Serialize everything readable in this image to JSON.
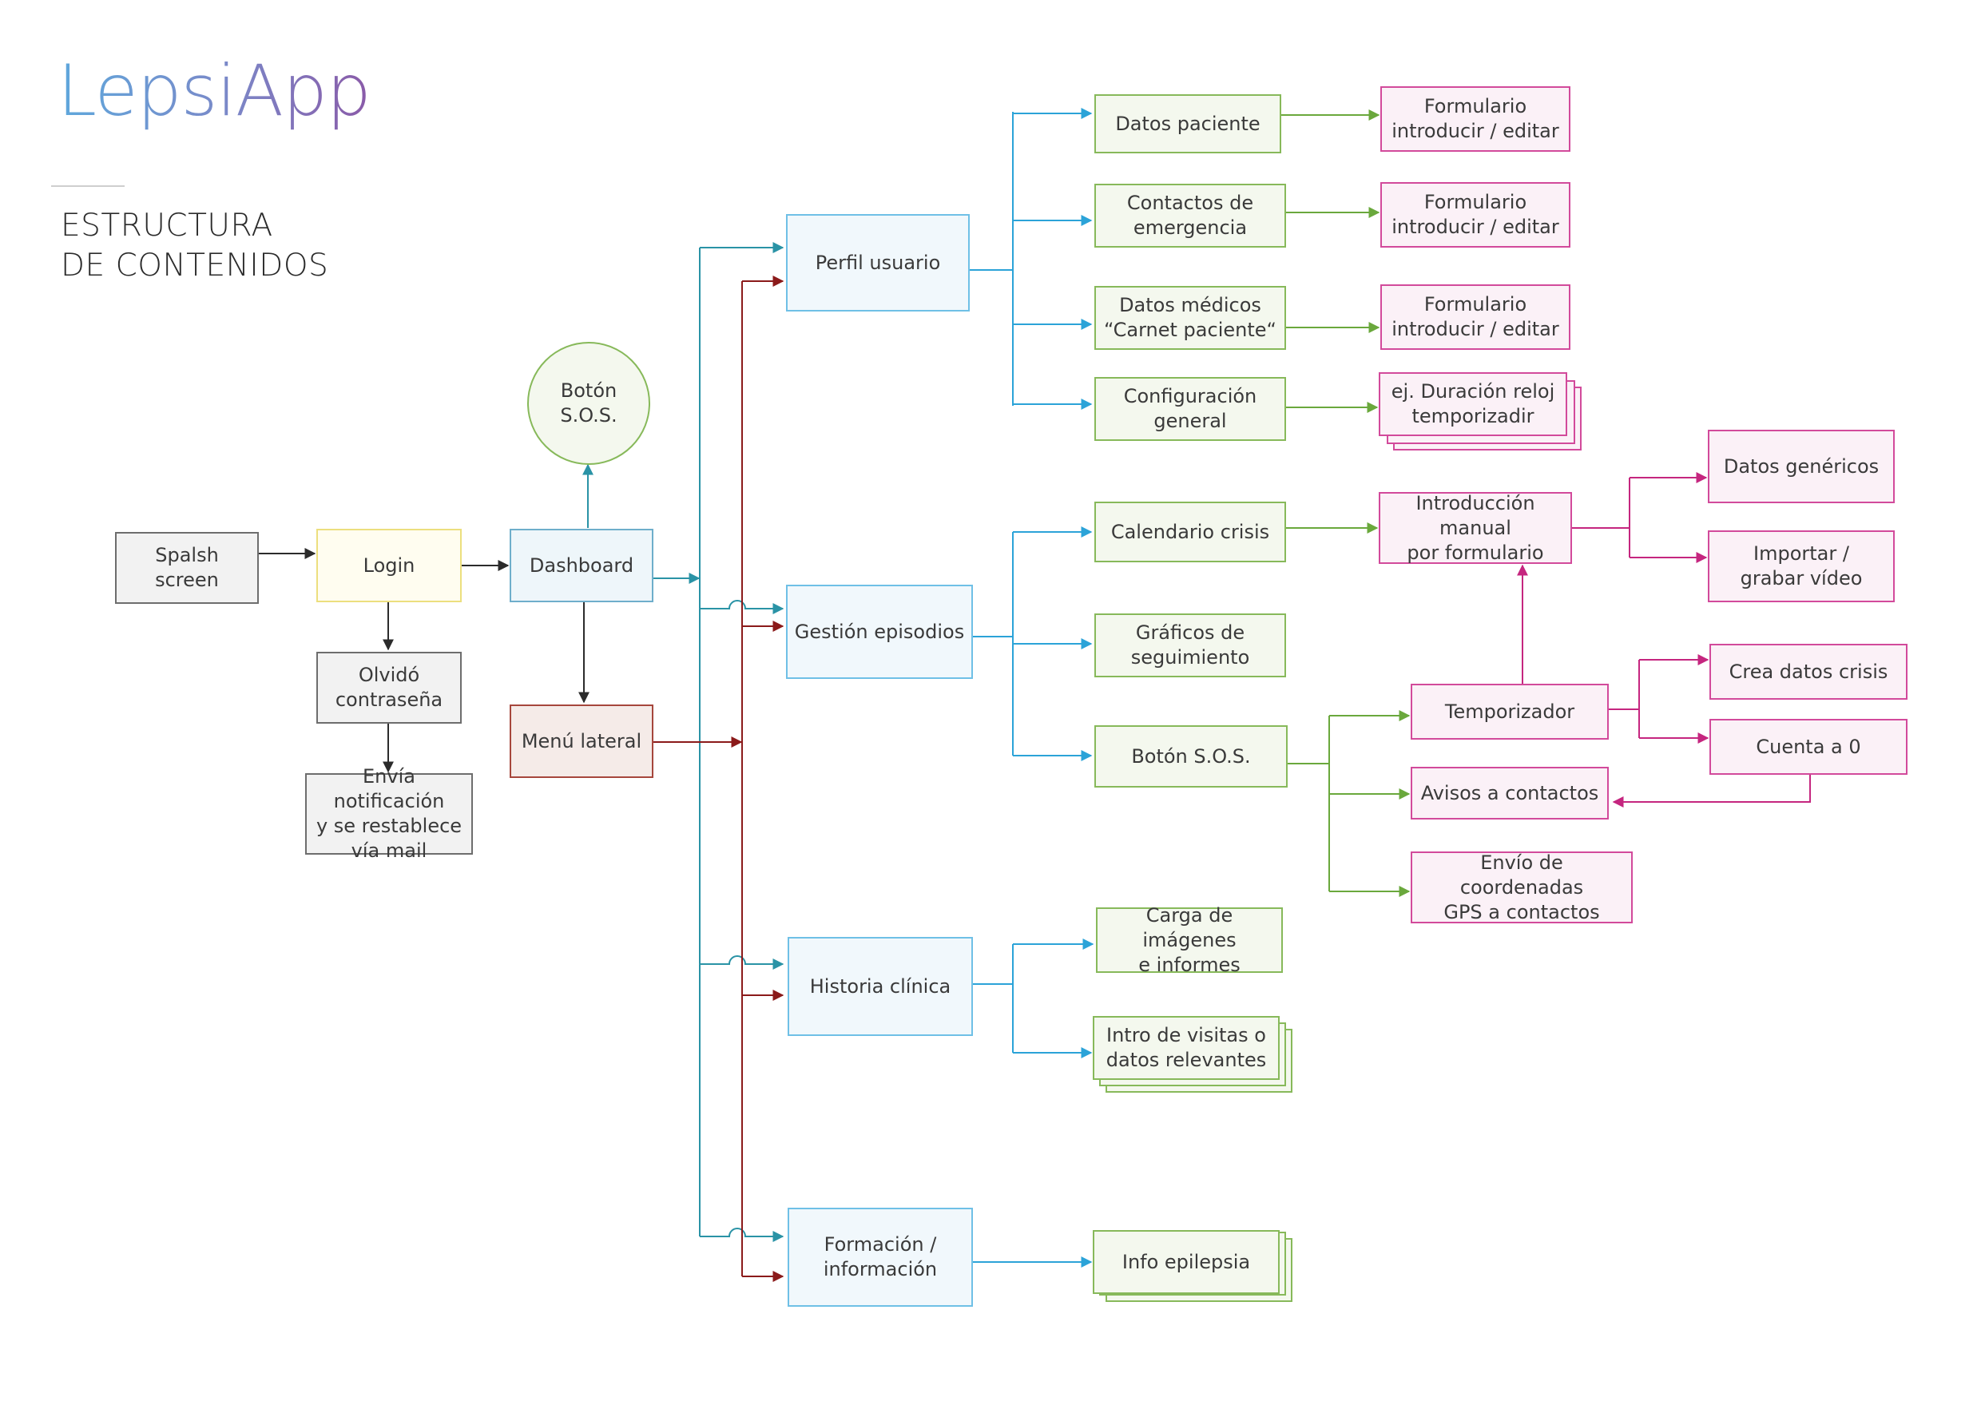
{
  "header": {
    "logo": "LepsiApp",
    "title_line1": "ESTRUCTURA",
    "title_line2": "DE CONTENIDOS"
  },
  "nodes": {
    "splash": "Spalsh\nscreen",
    "login": "Login",
    "dashboard": "Dashboard",
    "sos_circle": "Botón S.O.S.",
    "olvido": "Olvidó\ncontraseña",
    "envia": "Envía notificación\ny se restablece\nvía mail",
    "menu_lateral": "Menú lateral",
    "perfil": "Perfil usuario",
    "gestion": "Gestión episodios",
    "historia": "Historia clínica",
    "formacion": "Formación /\ninformación",
    "datos_paciente": "Datos paciente",
    "contactos": "Contactos de\nemergencia",
    "datos_medicos": "Datos médicos\n“Carnet paciente“",
    "configuracion": "Configuración\ngeneral",
    "form1": "Formulario\nintroducir / editar",
    "form2": "Formulario\nintroducir / editar",
    "form3": "Formulario\nintroducir / editar",
    "ej_duracion": "ej. Duración reloj\ntemporizadir",
    "calendario": "Calendario crisis",
    "graficos": "Gráficos de\nseguimiento",
    "boton_sos": "Botón S.O.S.",
    "intro_manual": "Introducción manual\npor formulario",
    "datos_genericos": "Datos genéricos",
    "importar": "Importar /\ngrabar vídeo",
    "temporizador": "Temporizador",
    "crea_datos": "Crea datos crisis",
    "cuenta": "Cuenta a 0",
    "avisos": "Avisos a contactos",
    "envio_gps": "Envío de coordenadas\nGPS a contactos",
    "carga": "Carga de imágenes\ne informes",
    "intro_visitas": "Intro de visitas o\ndatos relevantes",
    "info_epilepsia": "Info epilepsia"
  },
  "colors": {
    "black": "#2b2b2b",
    "teal": "#2a93a6",
    "red": "#8b1a1a",
    "cyan": "#2ba3d8",
    "green": "#6aa83c",
    "pink": "#c5267f"
  }
}
